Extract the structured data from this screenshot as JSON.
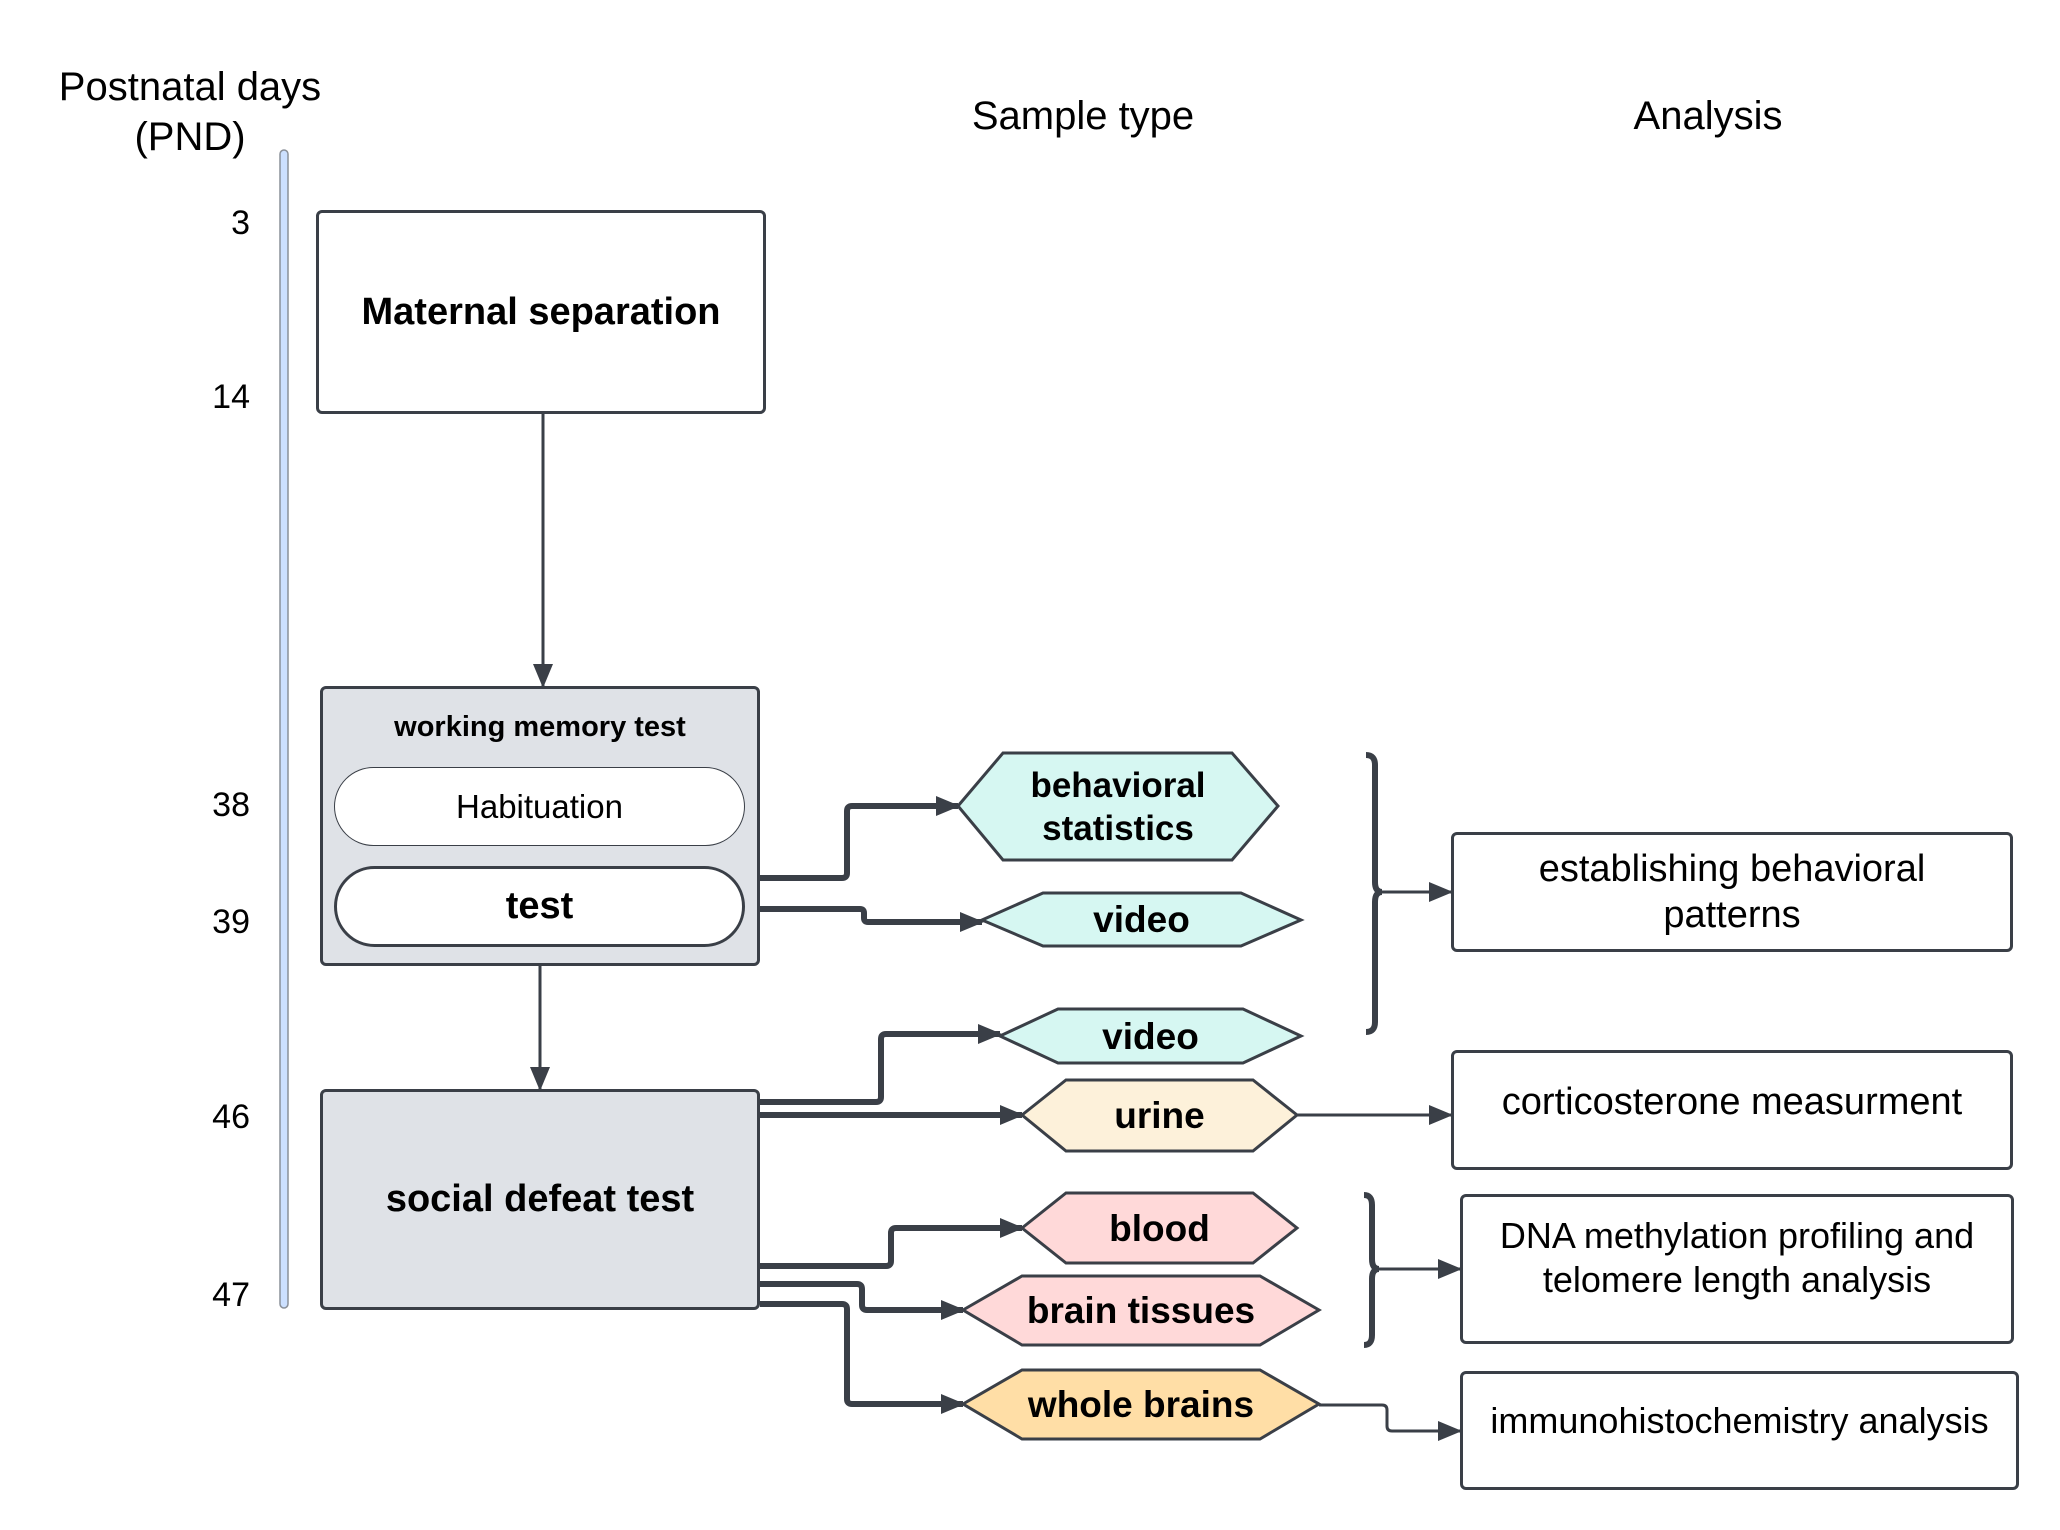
{
  "headers": {
    "timeline": "Postnatal days\n(PND)",
    "timeline_line1": "Postnatal days",
    "timeline_line2": "(PND)",
    "sample_type": "Sample type",
    "analysis": "Analysis"
  },
  "timeline": {
    "days": [
      "3",
      "14",
      "38",
      "39",
      "46",
      "47"
    ],
    "bar_color": "#cce0ff"
  },
  "procedures": {
    "maternal_separation": "Maternal separation",
    "working_memory": {
      "title": "working memory test",
      "steps": [
        "Habituation",
        "test"
      ]
    },
    "social_defeat": "social defeat test"
  },
  "samples": [
    {
      "id": "behavioral-statistics",
      "lines": [
        "behavioral",
        "statistics"
      ],
      "color": "#d6f7f2",
      "source": "working memory test"
    },
    {
      "id": "video-wm",
      "lines": [
        "video"
      ],
      "color": "#d6f7f2",
      "source": "working memory test"
    },
    {
      "id": "video-sd",
      "lines": [
        "video"
      ],
      "color": "#d6f7f2",
      "source": "social defeat test"
    },
    {
      "id": "urine",
      "lines": [
        "urine"
      ],
      "color": "#fdf1da",
      "source": "social defeat test"
    },
    {
      "id": "blood",
      "lines": [
        "blood"
      ],
      "color": "#ffd9d9",
      "source": "social defeat test"
    },
    {
      "id": "brain-tissues",
      "lines": [
        "brain tissues"
      ],
      "color": "#ffd9d9",
      "source": "social defeat test"
    },
    {
      "id": "whole-brains",
      "lines": [
        "whole brains"
      ],
      "color": "#ffdea6",
      "source": "social defeat test"
    }
  ],
  "analyses": [
    {
      "id": "behavioral-patterns",
      "label": "establishing behavioral patterns",
      "line1": "establishing behavioral",
      "line2": "patterns"
    },
    {
      "id": "corticosterone",
      "label": "corticosterone measurment"
    },
    {
      "id": "dna-methylation",
      "label": "DNA methylation profiling and telomere length analysis",
      "line1": "DNA methylation profiling and",
      "line2": "telomere length analysis"
    },
    {
      "id": "immunohistochemistry",
      "label": "immunohistochemistry analysis"
    }
  ],
  "colors": {
    "stroke": "#3a3f47",
    "procedure_fill": "#dfe2e7"
  }
}
